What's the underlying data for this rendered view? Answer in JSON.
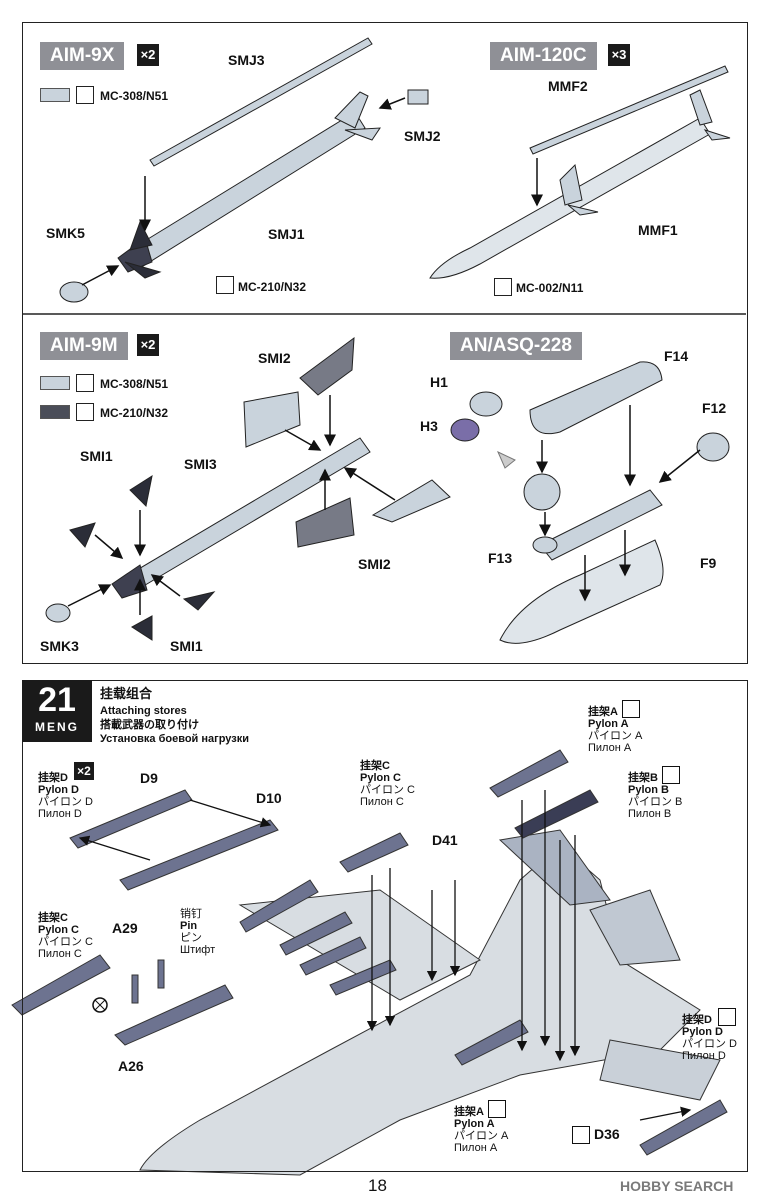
{
  "top_panel": {
    "aim9x": {
      "title": "AIM-9X",
      "mult": "×2",
      "paint1": "MC-308/N51",
      "paint2": "MC-210/N32",
      "parts": [
        "SMJ3",
        "SMJ2",
        "SMJ1",
        "SMK5"
      ]
    },
    "aim120c": {
      "title": "AIM-120C",
      "mult": "×3",
      "paint": "MC-002/N11",
      "parts": [
        "MMF2",
        "MMF1"
      ]
    }
  },
  "mid_panel": {
    "aim9m": {
      "title": "AIM-9M",
      "mult": "×2",
      "paint1": "MC-308/N51",
      "paint2": "MC-210/N32",
      "parts": [
        "SMI2",
        "SMI1",
        "SMI3",
        "SMI2",
        "SMK3",
        "SMI1"
      ]
    },
    "anasq": {
      "title": "AN/ASQ-228",
      "parts": [
        "H1",
        "H3",
        "F14",
        "F12",
        "F13",
        "F9"
      ]
    }
  },
  "step": {
    "number": "21",
    "brand": "MENG",
    "title_cn": "挂载组合",
    "title_en": "Attaching stores",
    "title_jp": "搭載武器の取り付け",
    "title_ru": "Установка боевой нагрузки",
    "pylon_d_left": {
      "cn": "挂架D",
      "en": "Pylon D",
      "jp": "パイロン D",
      "ru": "Пилон D",
      "mult": "×2",
      "parts": [
        "D9",
        "D10"
      ]
    },
    "pylon_c_left": {
      "cn": "挂架C",
      "en": "Pylon C",
      "jp": "パイロン C",
      "ru": "Пилон C",
      "parts": [
        "A29",
        "A26"
      ]
    },
    "pin": {
      "cn": "销钉",
      "en": "Pin",
      "jp": "ピン",
      "ru": "Штифт"
    },
    "pylon_c_top": {
      "cn": "挂架C",
      "en": "Pylon C",
      "jp": "パイロン C",
      "ru": "Пилон C"
    },
    "pylon_a_top": {
      "cn": "挂架A",
      "en": "Pylon A",
      "jp": "パイロン A",
      "ru": "Пилон A"
    },
    "pylon_b_top": {
      "cn": "挂架B",
      "en": "Pylon B",
      "jp": "パイロン B",
      "ru": "Пилон B"
    },
    "d41": "D41",
    "pylon_d_right": {
      "cn": "挂架D",
      "en": "Pylon D",
      "jp": "パイロン D",
      "ru": "Пилон D"
    },
    "pylon_a_bottom": {
      "cn": "挂架A",
      "en": "Pylon A",
      "jp": "パイロン A",
      "ru": "Пилон A"
    },
    "d36": "D36"
  },
  "footer": {
    "page": "18",
    "watermark": "HOBBY SEARCH"
  },
  "colors": {
    "grey_light": "#c9d3dc",
    "grey_dark": "#4a4d58",
    "pylon": "#6d7390",
    "tag": "#8f9096"
  }
}
